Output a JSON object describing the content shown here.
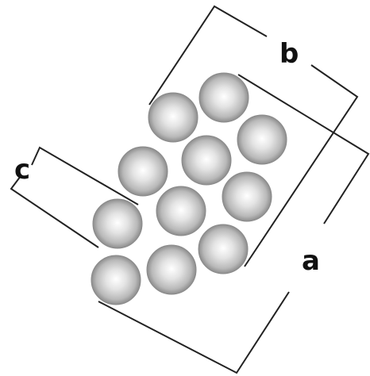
{
  "labels": {
    "a": "a",
    "b": "b",
    "c": "c"
  },
  "colors": {
    "line": "#222222",
    "ball_highlight": "#ffffff",
    "ball_mid": "#cfcfcf",
    "ball_edge": "#8c8c8c",
    "background": "#ffffff"
  },
  "figure": {
    "sphere_count": 11
  }
}
